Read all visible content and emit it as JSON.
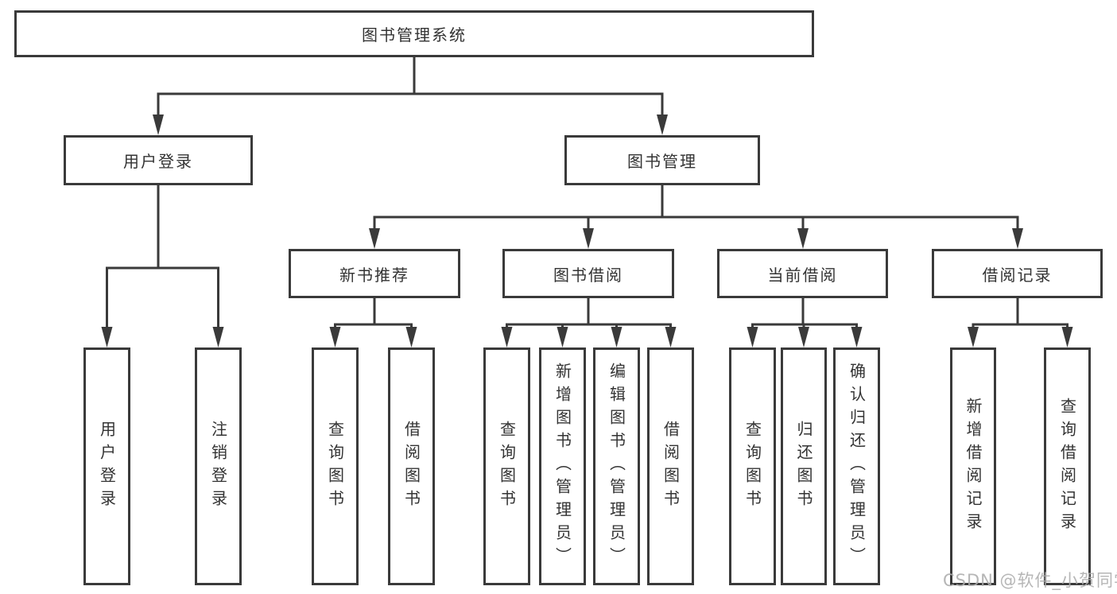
{
  "colors": {
    "line": "#3a3a3a",
    "box_border": "#3a3a3a",
    "text": "#333333",
    "watermark_text": "#acacac",
    "background": "#ffffff"
  },
  "tree": {
    "root": "图书管理系统",
    "branches": [
      {
        "label": "用户登录",
        "children": [
          "用户登录",
          "注销登录"
        ]
      },
      {
        "label": "图书管理",
        "children": [
          {
            "label": "新书推荐",
            "children": [
              "查询图书",
              "借阅图书"
            ]
          },
          {
            "label": "图书借阅",
            "children": [
              "查询图书",
              "新增图书（管理员）",
              "编辑图书（管理员）",
              "借阅图书"
            ]
          },
          {
            "label": "当前借阅",
            "children": [
              "查询图书",
              "归还图书",
              "确认归还（管理员）"
            ]
          },
          {
            "label": "借阅记录",
            "children": [
              "新增借阅记录",
              "查询借阅记录"
            ]
          }
        ]
      }
    ]
  },
  "watermark": "CSDN @软件_小贺同学"
}
